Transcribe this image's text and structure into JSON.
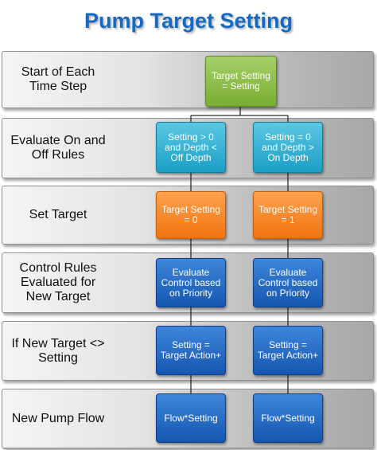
{
  "title": "Pump Target Setting",
  "rows": [
    {
      "label": "Start of Each Time Step",
      "boxes": [
        "Target Setting = Setting"
      ]
    },
    {
      "label": "Evaluate On and Off Rules",
      "boxes": [
        "Setting > 0 and Depth < Off Depth",
        "Setting = 0 and Depth > On Depth"
      ]
    },
    {
      "label": "Set Target",
      "boxes": [
        "Target Setting = 0",
        "Target Setting = 1"
      ]
    },
    {
      "label": "Control Rules Evaluated for New Target",
      "boxes": [
        "Evaluate Control based on Priority",
        "Evaluate Control based on Priority"
      ]
    },
    {
      "label": "If New Target <> Setting",
      "boxes": [
        "Setting = Target Action+",
        "Setting = Target Action+"
      ]
    },
    {
      "label": "New Pump Flow",
      "boxes": [
        "Flow*Setting",
        "Flow*Setting"
      ]
    }
  ],
  "colors": {
    "title": "#1469c2",
    "start": "#8cbf4a",
    "evaluate": "#2fb1d8",
    "set": "#f58220",
    "control": "#2368c4",
    "connector": "#2b2b2b"
  }
}
